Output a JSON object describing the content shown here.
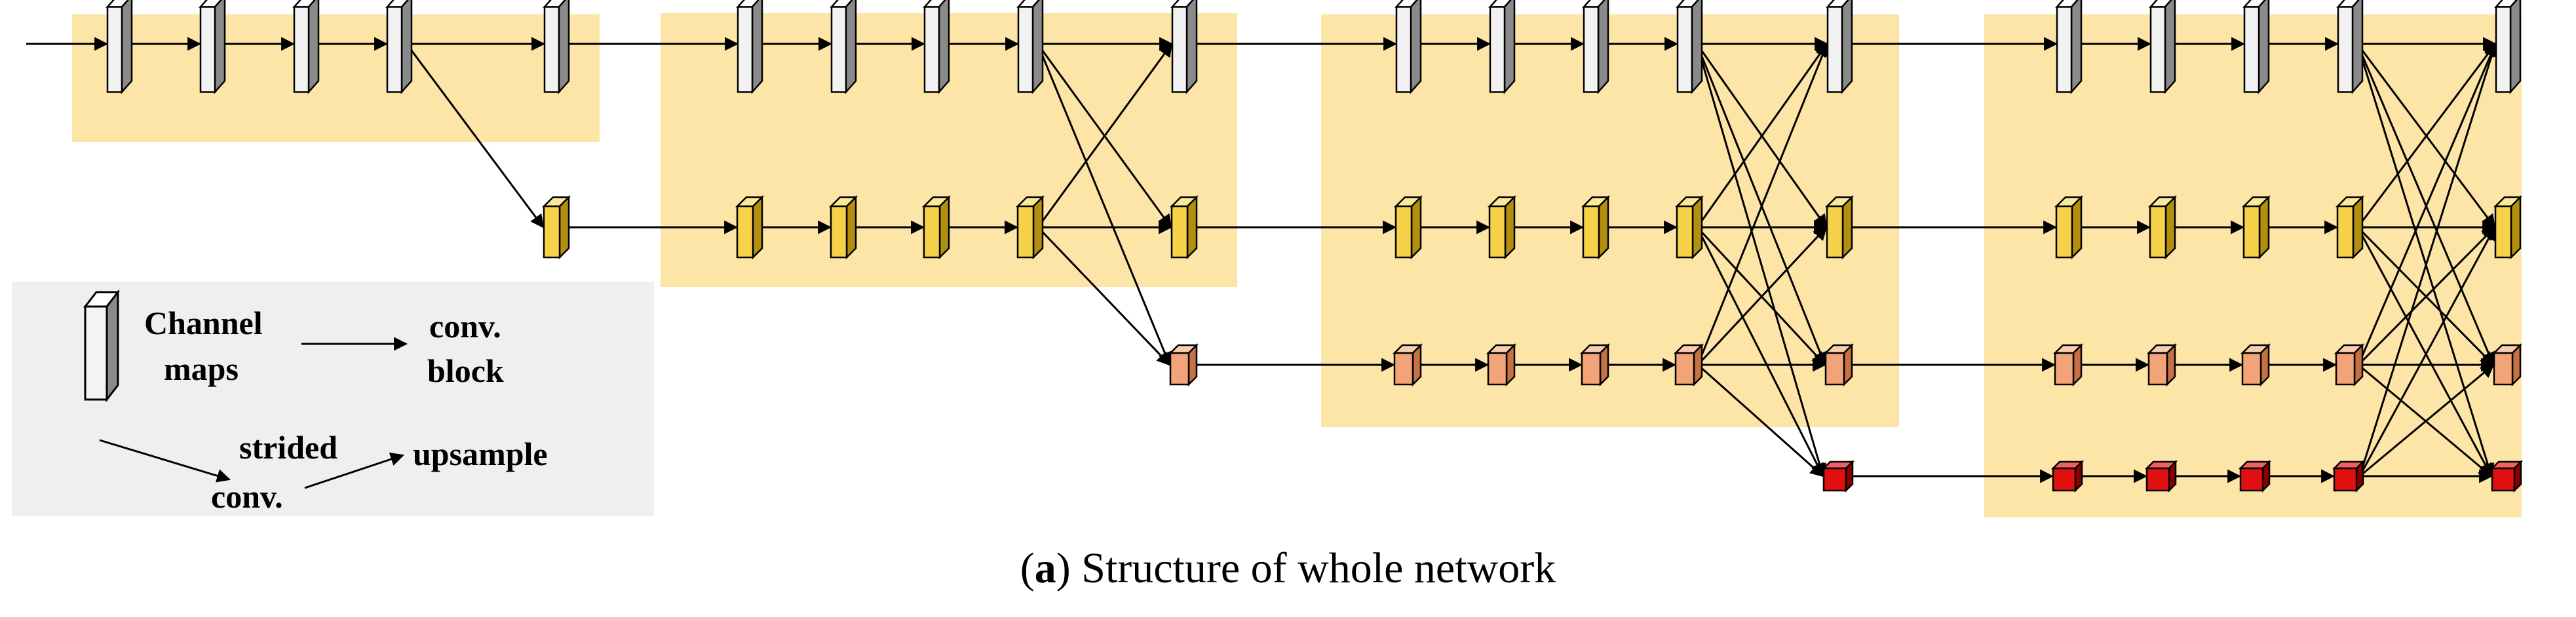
{
  "legend": {
    "channel_maps": [
      "Channel",
      "maps"
    ],
    "conv_block": [
      "conv.",
      "block"
    ],
    "strided_conv": [
      "strided",
      "conv."
    ],
    "upsample": "upsample"
  },
  "caption": {
    "letter": "a",
    "text": " Structure of whole network"
  },
  "colors": {
    "stage_bg": "#fce5a7",
    "legend_bg": "#efefef",
    "white_block": "#f2f2f2",
    "yellow_block": "#f6d24b",
    "orange_block": "#f2a478",
    "red_block": "#e01010",
    "line": "#000000"
  },
  "icons": [
    "arrow-icon",
    "channel-map-icon"
  ]
}
